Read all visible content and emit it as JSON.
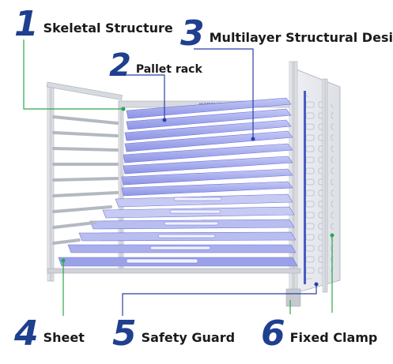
{
  "brand": {
    "tag": "HUMBOMAT"
  },
  "colors": {
    "accent": "#1f3f8f",
    "leader_green": "#2aa84a",
    "leader_blue": "#2b3fa8",
    "tray": "#a8aef0"
  },
  "callouts": [
    {
      "number": "1",
      "label": "Skeletal Structure"
    },
    {
      "number": "2",
      "label": "Pallet rack"
    },
    {
      "number": "3",
      "label": "Multilayer Structural Design"
    },
    {
      "number": "4",
      "label": "Sheet"
    },
    {
      "number": "5",
      "label": "Safety Guard"
    },
    {
      "number": "6",
      "label": "Fixed Clamp"
    }
  ]
}
